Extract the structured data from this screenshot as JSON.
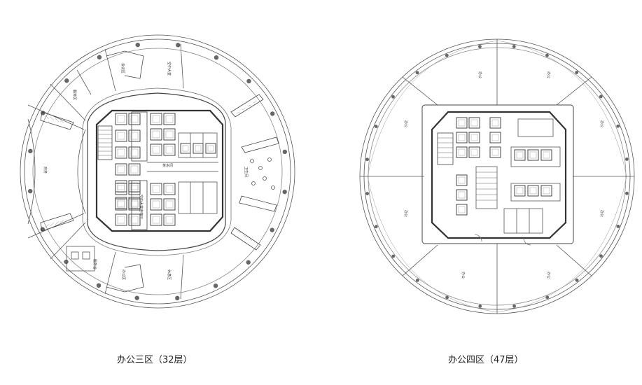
{
  "plans": [
    {
      "id": "zone3",
      "caption": "办公三区（32层）",
      "room_labels": [
        "服务区",
        "会议区",
        "空中大堂",
        "卫生间",
        "茶水间",
        "空中大堂电梯厅",
        "商务",
        "办公区",
        "休息区",
        "服务台"
      ]
    },
    {
      "id": "zone4",
      "caption": "办公四区（47层）",
      "room_labels": [
        "办公",
        "办公",
        "办公",
        "办公",
        "办公",
        "办公",
        "办公",
        "办公"
      ]
    }
  ]
}
